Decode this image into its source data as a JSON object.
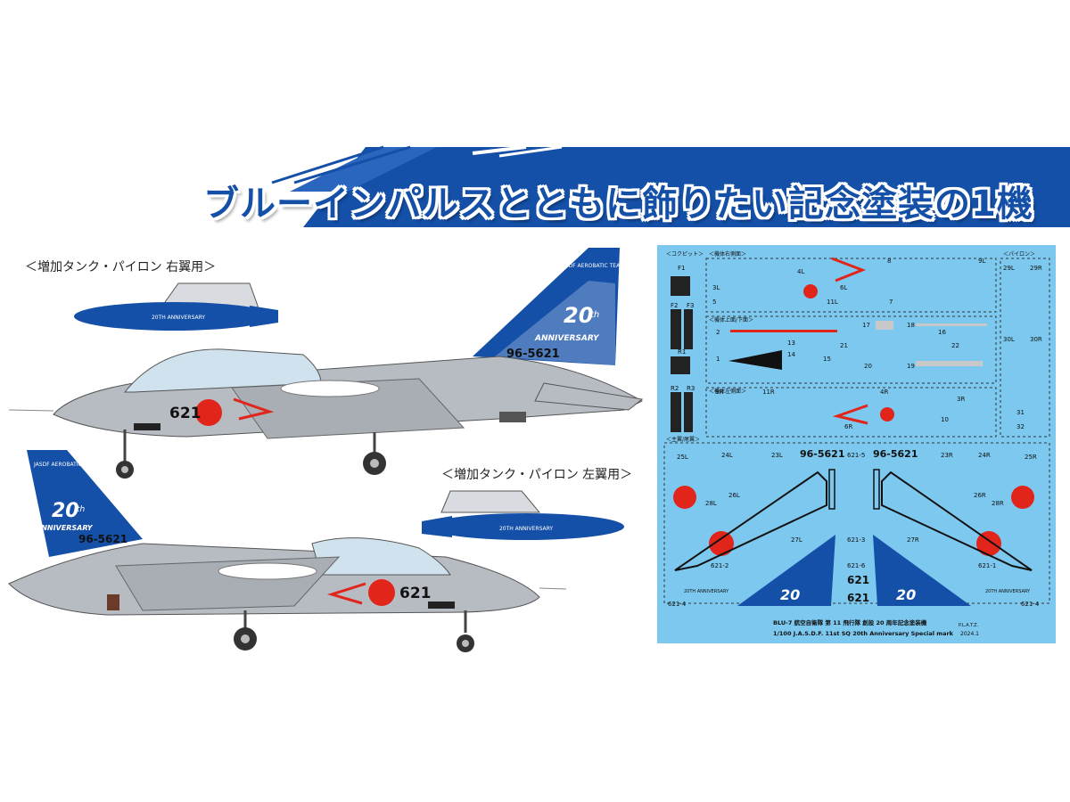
{
  "headline": "ブルーインパルスとともに飾りたい記念塗装の1機",
  "captions": {
    "tank_right": "＜増加タンク・パイロン 右翼用＞",
    "tank_left": "＜増加タンク・パイロン 左翼用＞"
  },
  "aircraft": {
    "serial": "96-5621",
    "code": "621",
    "tail_team_text": "JASDF AEROBATIC TEAM",
    "tail_number": "20",
    "tail_number_suffix": "th",
    "tail_anniversary": "ANNIVERSARY",
    "tank_text": "20TH ANNIVERSARY"
  },
  "decal_sheet": {
    "sections": {
      "cockpit": "＜コクピット＞",
      "fuselage_right": "＜機体右側面＞",
      "fuselage_top_bottom": "＜機体上面/下面＞",
      "fuselage_left": "＜機体左側面＞",
      "main_wing_tail": "＜主翼/尾翼＞",
      "pylon": "＜パイロン＞"
    },
    "labels": [
      "F1",
      "F2",
      "F3",
      "R1",
      "R2",
      "R3",
      "3L",
      "4L",
      "6L",
      "8",
      "9L",
      "11L",
      "5",
      "7",
      "1",
      "2",
      "13",
      "14",
      "15",
      "16",
      "17",
      "18",
      "20",
      "21",
      "22",
      "19",
      "9R",
      "11R",
      "4R",
      "6R",
      "3R",
      "10",
      "31",
      "32",
      "29L",
      "29R",
      "30L",
      "30R",
      "25L",
      "24L",
      "23L",
      "26L",
      "28L",
      "27L",
      "25R",
      "24R",
      "23R",
      "26R",
      "28R",
      "27R",
      "621-1",
      "621-2",
      "621-3",
      "621-4",
      "621-5",
      "621-6"
    ],
    "serials": [
      "96-5621",
      "96-5621"
    ],
    "codes": [
      "621",
      "621"
    ],
    "footer_line1": "BLU-7 航空自衛隊 第 11 飛行隊 創設 20 周年記念塗装機",
    "footer_line2": "1/100 J.A.S.D.F. 11st SQ 20th Anniversary Special mark",
    "maker": "P.L.A.T.Z.",
    "date": "2024.1",
    "small_text": "20TH ANNIVERSARY"
  },
  "colors": {
    "brand_blue": "#1550a8",
    "aircraft_grey": "#b7bcc3",
    "hinomaru_red": "#e1251b",
    "decal_bg": "#7dc8ef"
  }
}
